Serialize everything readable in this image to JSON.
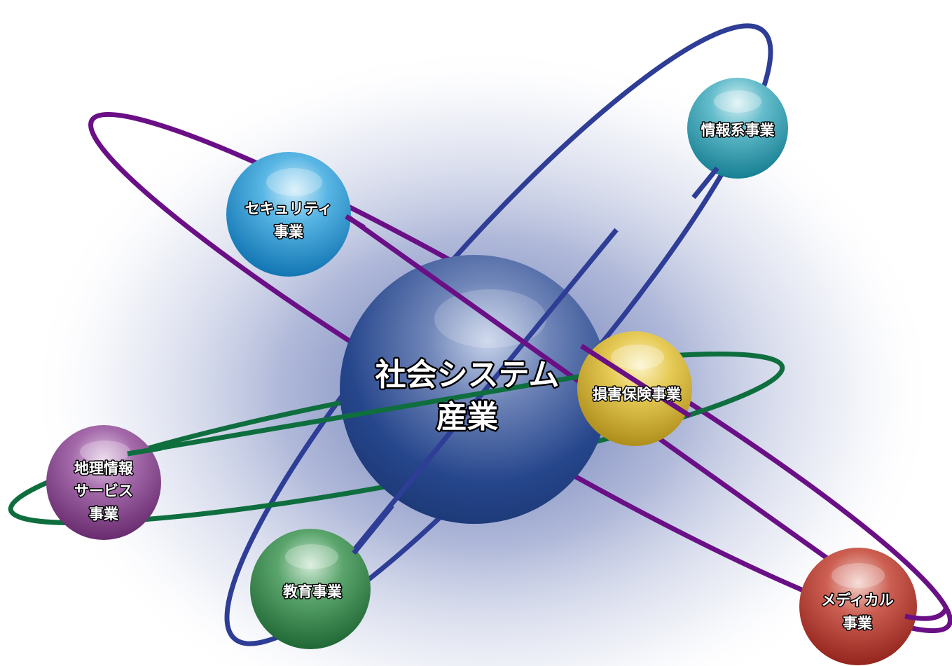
{
  "diagram": {
    "center": {
      "line1": "社会システム",
      "line2": "産業"
    },
    "nodes": {
      "security": {
        "line1": "セキュリティ",
        "line2": "事業"
      },
      "info": {
        "line1": "情報系事業"
      },
      "insurance": {
        "line1": "損害保険事業"
      },
      "geo": {
        "line1": "地理情報",
        "line2": "サービス",
        "line3": "事業"
      },
      "education": {
        "line1": "教育事業"
      },
      "medical": {
        "line1": "メディカル",
        "line2": "事業"
      }
    },
    "colors": {
      "orbit_blue": "#2e3d95",
      "orbit_purple": "#6a0f86",
      "orbit_green": "#0e6e3e",
      "center": "#1f3f86",
      "security": "#1b8cc8",
      "info": "#1f9aae",
      "insurance": "#cfae27",
      "geo": "#7a2f80",
      "education": "#1f7a3a",
      "medical": "#b02a22"
    }
  }
}
